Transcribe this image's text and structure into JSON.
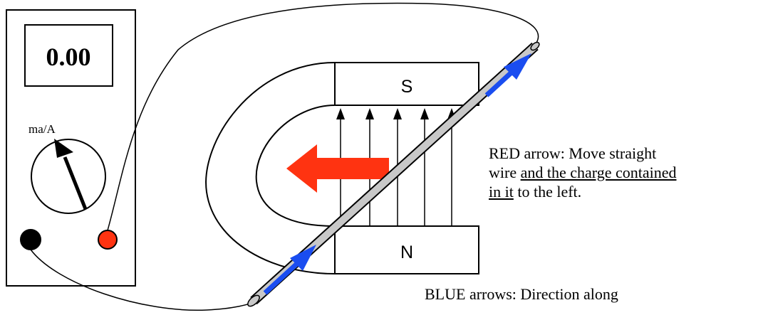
{
  "meter": {
    "reading": "0.00",
    "unit_label": "ma/A"
  },
  "magnet": {
    "top_pole": "S",
    "bottom_pole": "N"
  },
  "red_caption": {
    "line1": "RED arrow: Move straight",
    "line2_plain": "wire ",
    "line2_underlined": "and the charge contained",
    "line3_underlined": "in it",
    "line3_plain": " to the left."
  },
  "blue_caption": {
    "line1": "BLUE arrows: Direction along"
  },
  "colors": {
    "red_arrow": "#ff3311",
    "blue_arrow": "#1a4df0",
    "red_terminal": "#ff3311",
    "black_terminal": "#000000",
    "wire_rod": "#c8c8c8"
  }
}
